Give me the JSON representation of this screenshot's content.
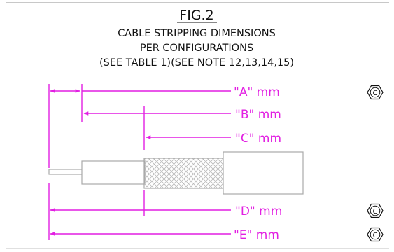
{
  "figure": {
    "fig_label": "FIG.2",
    "title_line1": "CABLE STRIPPING DIMENSIONS",
    "title_line2": "PER CONFIGURATIONS",
    "title_line3": "(SEE TABLE 1)(SEE NOTE 12,13,14,15)"
  },
  "dimensions": [
    {
      "label": "\"A\" mm",
      "critical_symbol": true
    },
    {
      "label": "\"B\" mm",
      "critical_symbol": false
    },
    {
      "label": "\"C\" mm",
      "critical_symbol": false
    },
    {
      "label": "\"D\" mm",
      "critical_symbol": true
    },
    {
      "label": "\"E\" mm",
      "critical_symbol": true
    }
  ],
  "symbols": {
    "critical_mark": "C"
  },
  "colors": {
    "dimension": "#e21fe2",
    "outline": "#a9a9a9",
    "ink": "#111111",
    "border": "#c8c8c8"
  }
}
